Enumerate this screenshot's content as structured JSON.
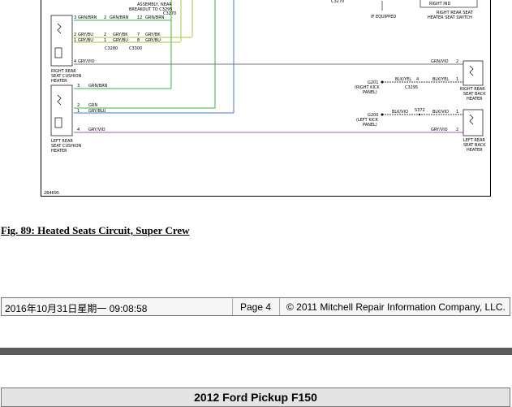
{
  "diagram": {
    "top_labels": {
      "assembly_line1": "ASSEMBLY, NEAR",
      "assembly_line2": "BREAKOUT TO C3295",
      "c3270": "C3270",
      "if_equipped": "IF EQUIPPED",
      "right_rear_seat_heater_switch_line1": "RIGHT REAR SEAT",
      "right_rear_seat_heater_switch_line2": "HEATER SEAT SWITCH",
      "right_ind": "RIGHT IND",
      "c3280": "C3280",
      "c3300": "C3300"
    },
    "wires": {
      "w_grnbrn_3": "GRN/BRN",
      "w_grnbrn_3b": "GRN/BRN",
      "w_grnbrn_12": "GRN/BRN",
      "w_grnvio_2": "GRY/BU",
      "w_grybk_2": "GRY/BK",
      "w_grybk_7": "GRY/BK",
      "w_grybu_1": "GRY/BU",
      "w_grybu_1b": "GRY/BU",
      "w_grybu_8": "GRY/BU",
      "w_gryvio_4": "GRY/VIO",
      "w_gryvio_right": "GRN/VIO",
      "w_blkyel_left": "BLK/YEL",
      "w_blkyel_right": "BLK/YEL",
      "w_grnbrn_lr3": "GRN/BRN",
      "w_grn_2": "GRN",
      "w_gryblu_1": "GRY/BLU",
      "w_gryvio_lr4": "GRY/VIO",
      "w_blkvio_left": "BLK/VIO",
      "w_blkvio_right": "BLK/VIO",
      "w_gryvio_lr_right": "GRY/VIO"
    },
    "pins": {
      "p3": "3",
      "p12": "12",
      "p2": "2",
      "p7": "7",
      "p1": "1",
      "p8": "8",
      "p4": "4",
      "pr2": "2",
      "pr1": "1",
      "p4c": "4",
      "pl3": "3",
      "pl2": "2",
      "pl1": "1",
      "pl4": "4",
      "pll1": "1",
      "pll2": "2"
    },
    "components": {
      "right_rear_cushion_line1": "RIGHT REAR",
      "right_rear_cushion_line2": "SEAT CUSHION",
      "right_rear_cushion_line3": "HEATER",
      "left_rear_cushion_line1": "LEFT REAR",
      "left_rear_cushion_line2": "SEAT CUSHION",
      "left_rear_cushion_line3": "HEATER",
      "right_rear_back_line1": "RIGHT REAR",
      "right_rear_back_line2": "SEAT BACK",
      "right_rear_back_line3": "HEATER",
      "left_rear_back_line1": "LEFT REAR",
      "left_rear_back_line2": "SEAT BACK",
      "left_rear_back_line3": "HEATER",
      "g201": "G201",
      "g201_desc1": "(RIGHT KICK",
      "g201_desc2": "PANEL)",
      "g200": "G200",
      "g200_desc1": "(LEFT KICK",
      "g200_desc2": "PANEL)",
      "s372": "S372",
      "c3295": "C3295",
      "diagram_id": "284695"
    }
  },
  "caption": "Fig. 89: Heated Seats Circuit, Super Crew",
  "footer": {
    "datetime": "2016年10月31日星期一  09:08:58",
    "page": "Page 4",
    "copyright": "© 2011 Mitchell Repair Information Company, LLC."
  },
  "next_header": {
    "title": "2012 Ford Pickup F150"
  },
  "colors": {
    "wire_green": "#3cb43c",
    "wire_yellow_green": "#a8c83c",
    "wire_blue": "#4a78c8",
    "wire_violet": "#b050c0",
    "wire_gray": "#555555",
    "footer_bg": "#f6f6f6",
    "header_bg": "#e4e4e4"
  }
}
